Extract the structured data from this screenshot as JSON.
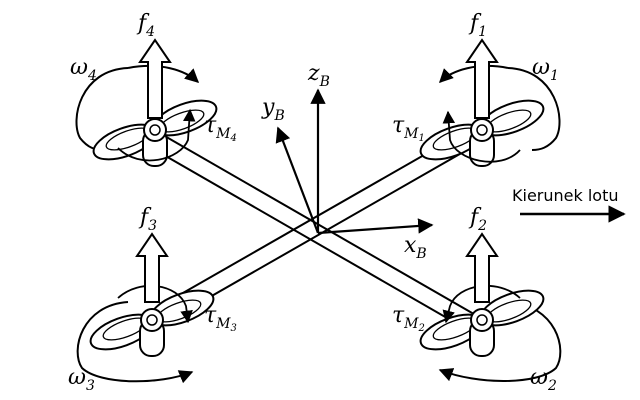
{
  "axes": {
    "z": {
      "base": "z",
      "sub": "B"
    },
    "y": {
      "base": "y",
      "sub": "B"
    },
    "x": {
      "base": "x",
      "sub": "B"
    }
  },
  "rotors": [
    {
      "id": "rotor-1",
      "force": {
        "base": "f",
        "sub": "1"
      },
      "omega": {
        "base": "ω",
        "sub": "1"
      },
      "torque": {
        "base": "τ",
        "sub": "M",
        "subsub": "1"
      }
    },
    {
      "id": "rotor-2",
      "force": {
        "base": "f",
        "sub": "2"
      },
      "omega": {
        "base": "ω",
        "sub": "2"
      },
      "torque": {
        "base": "τ",
        "sub": "M",
        "subsub": "2"
      }
    },
    {
      "id": "rotor-3",
      "force": {
        "base": "f",
        "sub": "3"
      },
      "omega": {
        "base": "ω",
        "sub": "3"
      },
      "torque": {
        "base": "τ",
        "sub": "M",
        "subsub": "3"
      }
    },
    {
      "id": "rotor-4",
      "force": {
        "base": "f",
        "sub": "4"
      },
      "omega": {
        "base": "ω",
        "sub": "4"
      },
      "torque": {
        "base": "τ",
        "sub": "M",
        "subsub": "4"
      }
    }
  ],
  "flight_direction": {
    "label": "Kierunek lotu"
  }
}
